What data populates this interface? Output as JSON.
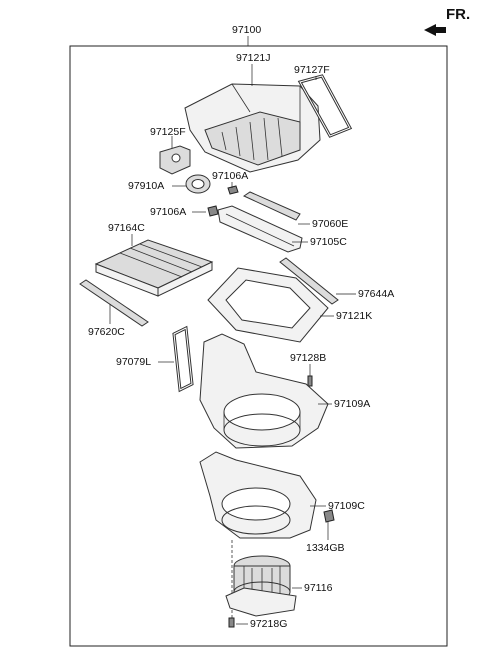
{
  "direction_label": "FR.",
  "labels": {
    "assembly": "97100",
    "p97121J": "97121J",
    "p97127F": "97127F",
    "p97125F": "97125F",
    "p97106A_top": "97106A",
    "p97910A": "97910A",
    "p97106A_mid": "97106A",
    "p97060E": "97060E",
    "p97164C": "97164C",
    "p97105C": "97105C",
    "p97644A": "97644A",
    "p97620C": "97620C",
    "p97121K": "97121K",
    "p97128B": "97128B",
    "p97079L": "97079L",
    "p97109A": "97109A",
    "p97109C": "97109C",
    "p1334GB": "1334GB",
    "p97116": "97116",
    "p97218G": "97218G"
  }
}
